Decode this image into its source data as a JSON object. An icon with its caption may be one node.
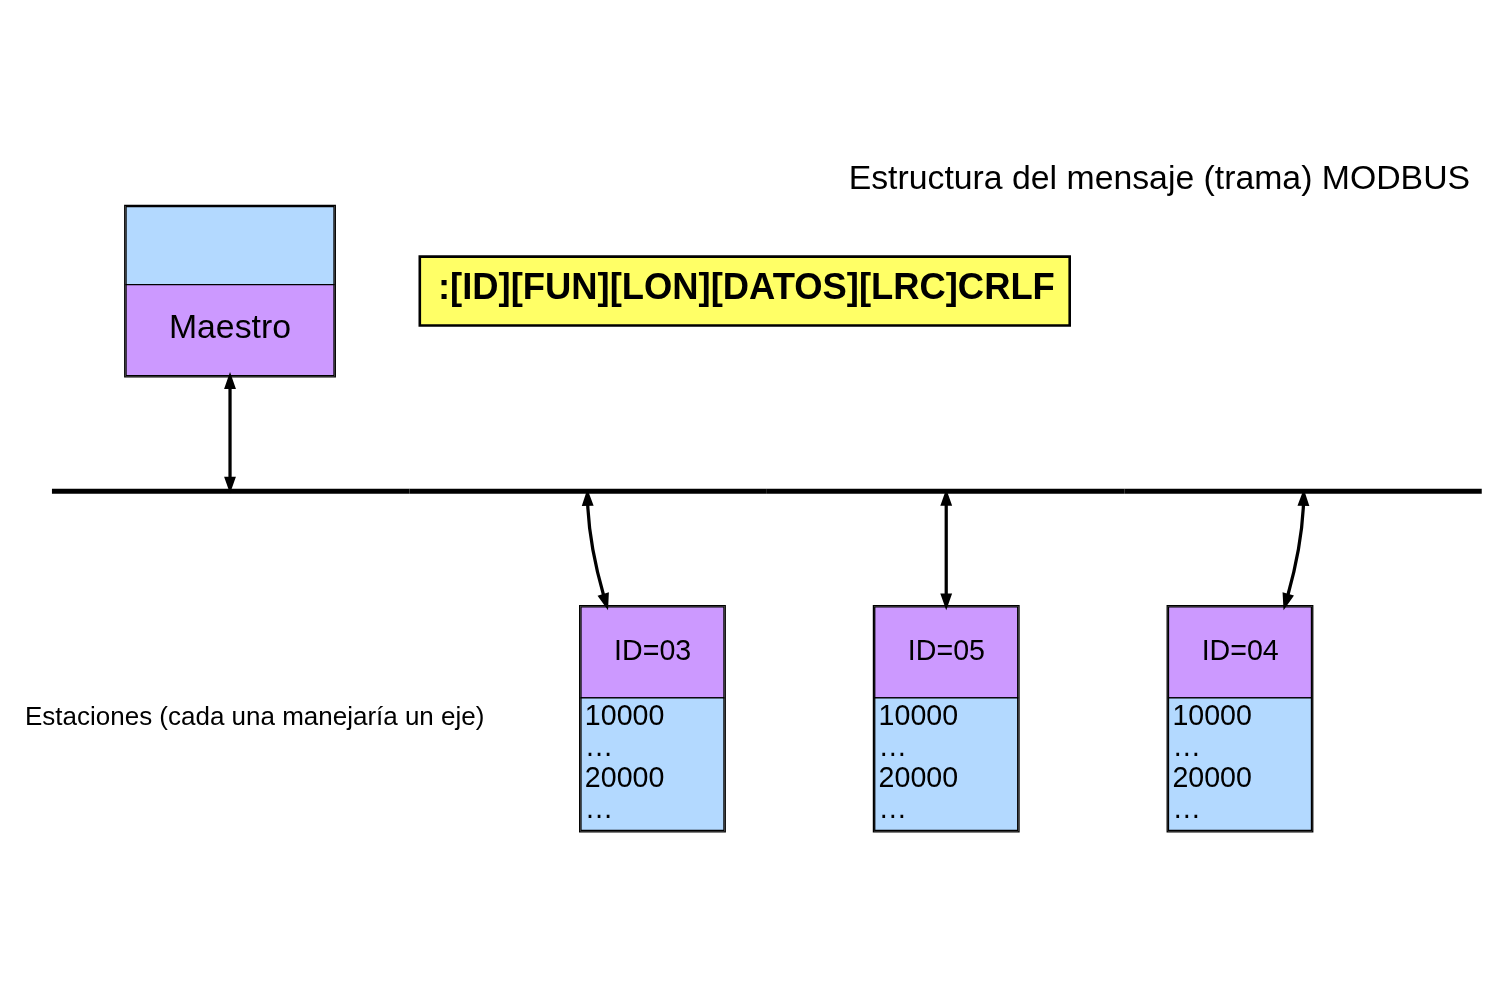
{
  "diagram": {
    "title": "Estructura del mensaje (trama) MODBUS",
    "nodes": [
      {
        "text": [
          "Maestro"
        ]
      },
      {
        "text": [
          ":[ID][FUN][LON][DATOS][LRC]CRLF"
        ]
      },
      {
        "text": [],
        "shape": "bar"
      },
      {
        "text": [
          "ID=03",
          "10000 … 20000 …"
        ]
      },
      {
        "text": [
          "ID=05",
          "10000 … 20000 …"
        ]
      },
      {
        "text": [
          "ID=04",
          "10000 … 20000 …"
        ]
      }
    ],
    "edges": [
      {
        "from": 0,
        "to": 2,
        "arrow": "both"
      },
      {
        "from": 2,
        "to": 3,
        "arrow": "both"
      },
      {
        "from": 2,
        "to": 4,
        "arrow": "both"
      },
      {
        "from": 2,
        "to": 5,
        "arrow": "both"
      }
    ],
    "labels": [
      "Estaciones (cada una manejaría un eje)"
    ]
  }
}
